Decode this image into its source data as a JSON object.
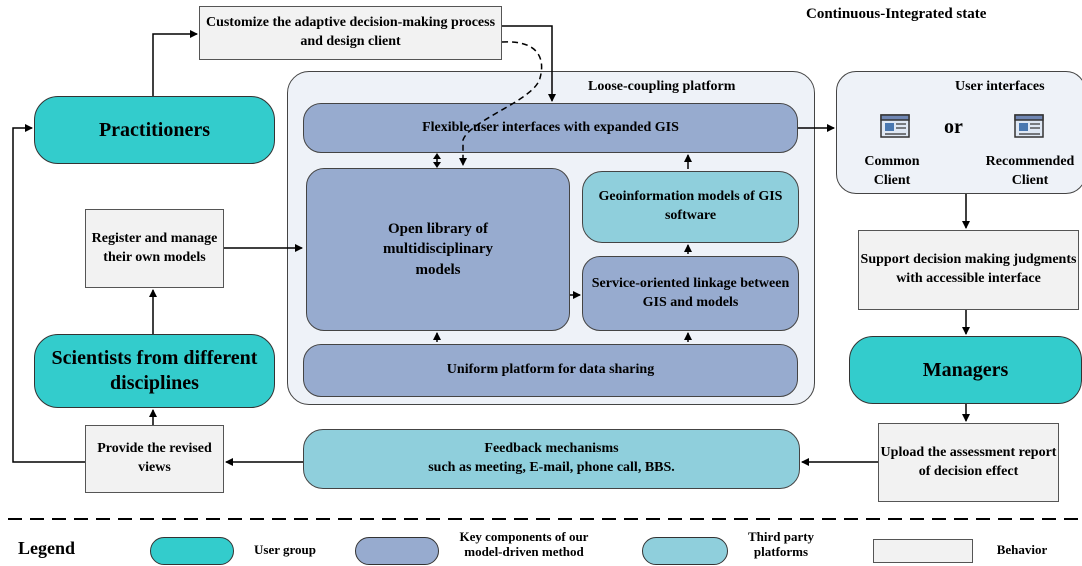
{
  "header": {
    "state_label": "Continuous-Integrated state"
  },
  "behaviors": {
    "customize": "Customize the adaptive decision-making process and design client",
    "register": "Register and manage their own models",
    "provide": "Provide the revised views",
    "support": "Support decision making judgments with accessible interface",
    "upload": "Upload the assessment report of decision effect"
  },
  "user_groups": {
    "practitioners": "Practitioners",
    "scientists": "Scientists from different disciplines",
    "managers": "Managers"
  },
  "platform": {
    "title": "Loose-coupling platform",
    "flexible_ui": "Flexible user interfaces with expanded GIS",
    "open_library": "Open library of multidisciplinary models",
    "geoinfo": "Geoinformation models of GIS software",
    "service_linkage": "Service-oriented linkage between GIS and models",
    "uniform": "Uniform platform for data sharing"
  },
  "user_interfaces": {
    "title": "User interfaces",
    "or_label": "or",
    "common_client": "Common Client",
    "recommended_client": "Recommended Client"
  },
  "feedback": {
    "line1": "Feedback mechanisms",
    "line2": "such as meeting, E-mail, phone call, BBS."
  },
  "legend": {
    "title": "Legend",
    "user_group": "User group",
    "key_components": "Key components of our model-driven method",
    "third_party": "Third party platforms",
    "behavior": "Behavior"
  },
  "colors": {
    "user_group": "#33cccc",
    "key_component": "#97abcf",
    "third_party": "#8fcfdc",
    "behavior": "#f2f2f2",
    "platform_bg": "#eef2f8"
  }
}
